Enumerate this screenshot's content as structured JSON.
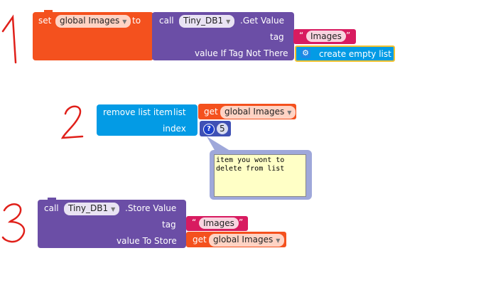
{
  "annotations": {
    "n1": "1",
    "n2": "2",
    "n3": "3"
  },
  "block1": {
    "set": "set",
    "var": "global Images",
    "to": "to",
    "call": "call",
    "component": "Tiny_DB1",
    "method": ".Get Value",
    "tag_label": "tag",
    "tag_value": "Images",
    "default_label": "value If Tag Not There",
    "default_value": "create empty list"
  },
  "block2": {
    "label": "remove list item",
    "list_label": "list",
    "get": "get",
    "var": "global Images",
    "index_label": "index",
    "index_value": "5",
    "comment": "item you wont to\ndelete from list"
  },
  "block3": {
    "call": "call",
    "component": "Tiny_DB1",
    "method": ".Store Value",
    "tag_label": "tag",
    "tag_value": "Images",
    "value_label": "value To Store",
    "get": "get",
    "var": "global Images"
  },
  "colors": {
    "orange": "#F4511E",
    "purple": "#6B4EA6",
    "blue": "#039BE5",
    "pink": "#D81B60",
    "annotation": "#E0201A"
  },
  "icons": {
    "gear": "gear-icon",
    "help": "help-icon",
    "dropdown": "dropdown-caret-icon"
  }
}
